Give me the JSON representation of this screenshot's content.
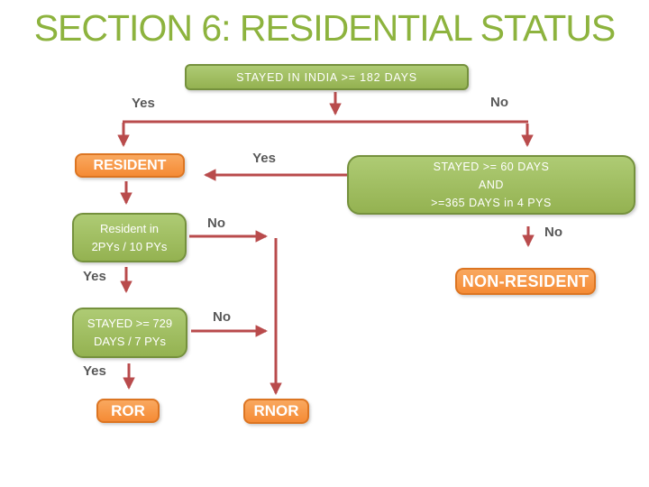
{
  "slide": {
    "title": "SECTION 6: RESIDENTIAL STATUS"
  },
  "colors": {
    "title_green": "#8DB33E",
    "node_green_fill": "#9BBB59",
    "node_green_border": "#75913D",
    "node_orange_fill": "#F79646",
    "node_orange_border": "#DC7522",
    "arrow_red": "#B94B4C",
    "edge_label_gray": "#595959"
  },
  "nodes": {
    "stayed_182": {
      "label": "STAYED IN INDIA >= 182 DAYS"
    },
    "resident": {
      "label": "RESIDENT"
    },
    "stayed_60": {
      "line1": "STAYED >= 60 DAYS",
      "line2": "AND",
      "line3": ">=365 DAYS in 4 PYS"
    },
    "non_resident": {
      "label": "NON-RESIDENT"
    },
    "resident_2py": {
      "line1": "Resident in",
      "line2": "2PYs / 10 PYs"
    },
    "stayed_729": {
      "line1": "STAYED >= 729",
      "line2": "DAYS / 7 PYs"
    },
    "ror": {
      "label": "ROR"
    },
    "rnor": {
      "label": "RNOR"
    }
  },
  "edge_labels": {
    "top_yes": "Yes",
    "top_no": "No",
    "to_resident_yes": "Yes",
    "to_non_resident_no": "No",
    "resident_2py_yes": "Yes",
    "resident_2py_no": "No",
    "stayed_729_yes": "Yes",
    "stayed_729_no": "No"
  }
}
